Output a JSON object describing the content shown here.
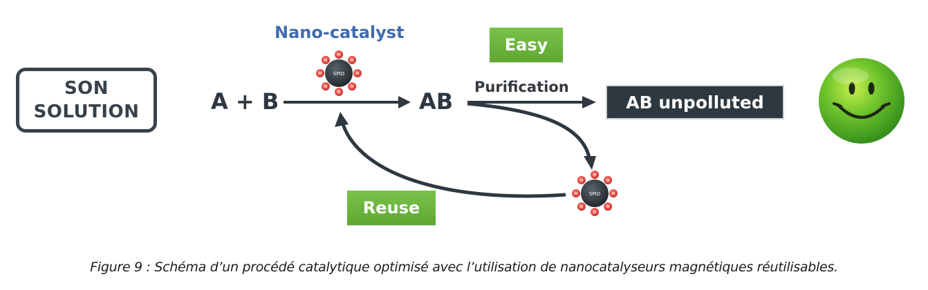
{
  "start_box": {
    "line1": "SON",
    "line2": "SOLUTION"
  },
  "reaction": {
    "reactants": "A + B",
    "product": "AB",
    "catalyst_label": "Nano-catalyst",
    "purification_label": "Purification",
    "easy_label": "Easy",
    "reuse_label": "Reuse",
    "result_label": "AB unpolluted"
  },
  "particle": {
    "core_label": "SPIO",
    "ligand_label": "M",
    "core_color": "#2f353b",
    "ligand_color": "#e0403a"
  },
  "colors": {
    "accent_green": "#6ab63c",
    "dark": "#2e3840",
    "title_blue": "#3f6bb0",
    "smiley_green": "#5cb82a"
  },
  "caption": "Figure 9 : Schéma d’un procédé catalytique optimisé avec l’utilisation de nanocatalyseurs magnétiques réutilisables."
}
